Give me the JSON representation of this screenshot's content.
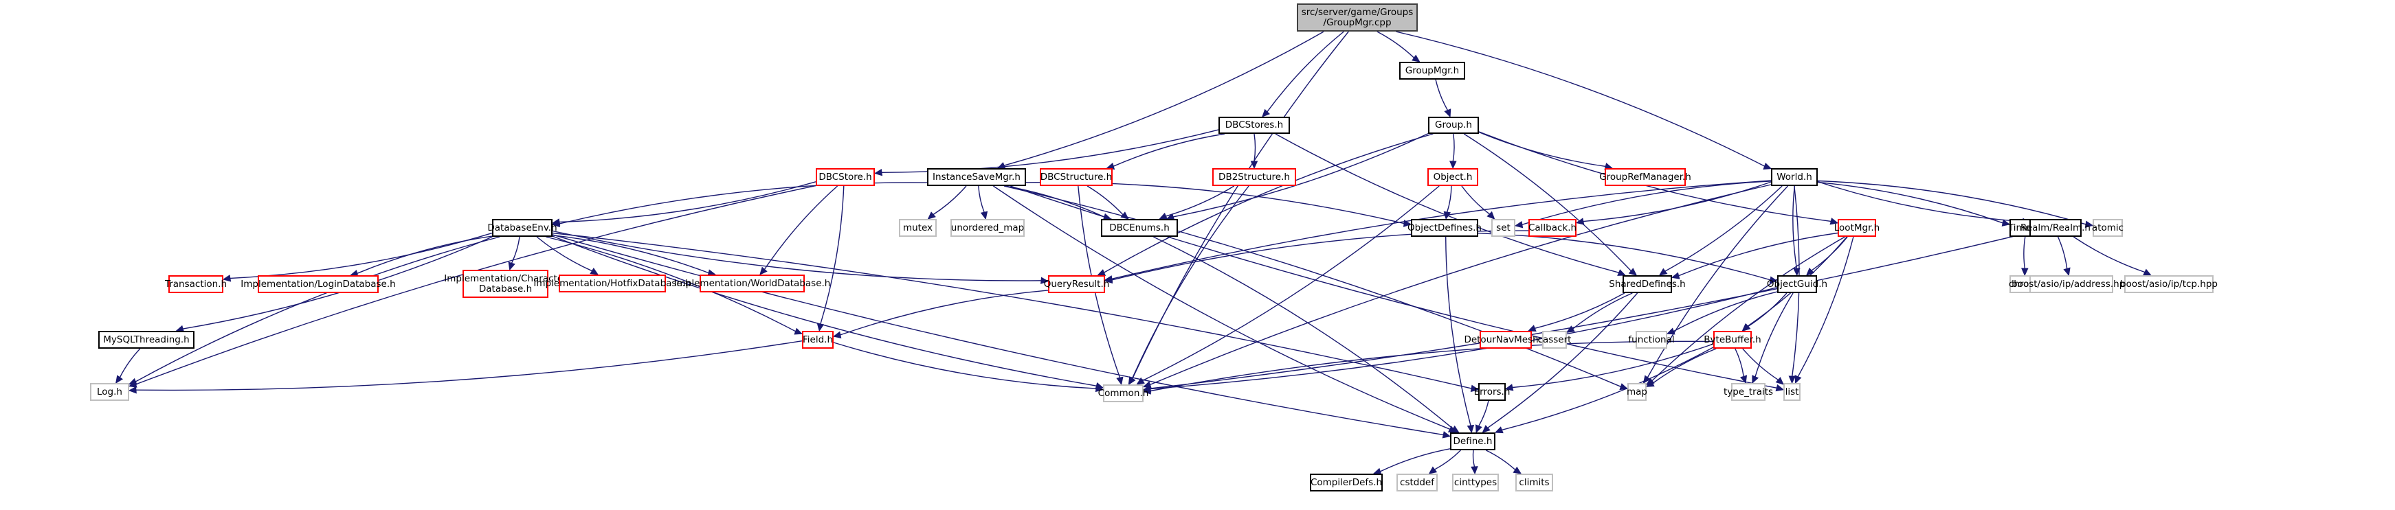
{
  "graph": {
    "title": "Include dependency graph for GroupMgr.cpp",
    "colors": {
      "edge": "#191970",
      "root_fill": "#bfbfbf",
      "node_border": "#000000",
      "truncated_border": "#ff0000",
      "system_border": "#bfbfbf"
    },
    "nodes": [
      {
        "id": "root",
        "label": "src/server/game/Groups\n/GroupMgr.cpp",
        "kind": "root"
      },
      {
        "id": "GroupMgr_h",
        "label": "GroupMgr.h",
        "kind": "normal"
      },
      {
        "id": "DBCStores_h",
        "label": "DBCStores.h",
        "kind": "normal"
      },
      {
        "id": "Group_h",
        "label": "Group.h",
        "kind": "normal"
      },
      {
        "id": "DBCStore_h",
        "label": "DBCStore.h",
        "kind": "truncated"
      },
      {
        "id": "InstanceSaveMgr_h",
        "label": "InstanceSaveMgr.h",
        "kind": "normal"
      },
      {
        "id": "DBCStructure_h",
        "label": "DBCStructure.h",
        "kind": "truncated"
      },
      {
        "id": "DB2Structure_h",
        "label": "DB2Structure.h",
        "kind": "truncated"
      },
      {
        "id": "Object_h",
        "label": "Object.h",
        "kind": "truncated"
      },
      {
        "id": "GroupRefManager_h",
        "label": "GroupRefManager.h",
        "kind": "truncated"
      },
      {
        "id": "World_h",
        "label": "World.h",
        "kind": "normal"
      },
      {
        "id": "DatabaseEnv_h",
        "label": "DatabaseEnv.h",
        "kind": "normal"
      },
      {
        "id": "mutex",
        "label": "mutex",
        "kind": "system"
      },
      {
        "id": "unordered_map",
        "label": "unordered_map",
        "kind": "system"
      },
      {
        "id": "DBCEnums_h",
        "label": "DBCEnums.h",
        "kind": "normal"
      },
      {
        "id": "ObjectDefines_h",
        "label": "ObjectDefines.h",
        "kind": "normal"
      },
      {
        "id": "set",
        "label": "set",
        "kind": "system"
      },
      {
        "id": "Callback_h",
        "label": "Callback.h",
        "kind": "truncated"
      },
      {
        "id": "LootMgr_h",
        "label": "LootMgr.h",
        "kind": "truncated"
      },
      {
        "id": "Timer_h",
        "label": "Timer.h",
        "kind": "normal"
      },
      {
        "id": "Realm_h",
        "label": "Realm/Realm.h",
        "kind": "normal"
      },
      {
        "id": "atomic",
        "label": "atomic",
        "kind": "system"
      },
      {
        "id": "Transaction_h",
        "label": "Transaction.h",
        "kind": "truncated"
      },
      {
        "id": "LoginDatabase_h",
        "label": "Implementation/LoginDatabase.h",
        "kind": "truncated"
      },
      {
        "id": "CharacterDatabase_h",
        "label": "Implementation/Character\nDatabase.h",
        "kind": "truncated"
      },
      {
        "id": "HotfixDatabase_h",
        "label": "Implementation/HotfixDatabase.h",
        "kind": "truncated"
      },
      {
        "id": "WorldDatabase_h",
        "label": "Implementation/WorldDatabase.h",
        "kind": "truncated"
      },
      {
        "id": "QueryResult_h",
        "label": "QueryResult.h",
        "kind": "truncated"
      },
      {
        "id": "SharedDefines_h",
        "label": "SharedDefines.h",
        "kind": "normal"
      },
      {
        "id": "ObjectGuid_h",
        "label": "ObjectGuid.h",
        "kind": "normal"
      },
      {
        "id": "chrono",
        "label": "chrono",
        "kind": "system"
      },
      {
        "id": "boost_address",
        "label": "boost/asio/ip/address.hpp",
        "kind": "system"
      },
      {
        "id": "boost_tcp",
        "label": "boost/asio/ip/tcp.hpp",
        "kind": "system"
      },
      {
        "id": "MySQLThreading_h",
        "label": "MySQLThreading.h",
        "kind": "normal"
      },
      {
        "id": "Field_h",
        "label": "Field.h",
        "kind": "truncated"
      },
      {
        "id": "DetourNavMesh_h",
        "label": "DetourNavMesh.h",
        "kind": "truncated"
      },
      {
        "id": "cassert",
        "label": "cassert",
        "kind": "system"
      },
      {
        "id": "functional",
        "label": "functional",
        "kind": "system"
      },
      {
        "id": "ByteBuffer_h",
        "label": "ByteBuffer.h",
        "kind": "truncated"
      },
      {
        "id": "Log_h",
        "label": "Log.h",
        "kind": "system"
      },
      {
        "id": "Common_h",
        "label": "Common.h",
        "kind": "system"
      },
      {
        "id": "Errors_h",
        "label": "Errors.h",
        "kind": "normal"
      },
      {
        "id": "map",
        "label": "map",
        "kind": "system"
      },
      {
        "id": "type_traits",
        "label": "type_traits",
        "kind": "system"
      },
      {
        "id": "list",
        "label": "list",
        "kind": "system"
      },
      {
        "id": "Define_h",
        "label": "Define.h",
        "kind": "normal"
      },
      {
        "id": "CompilerDefs_h",
        "label": "CompilerDefs.h",
        "kind": "normal"
      },
      {
        "id": "cstddef",
        "label": "cstddef",
        "kind": "system"
      },
      {
        "id": "cinttypes",
        "label": "cinttypes",
        "kind": "system"
      },
      {
        "id": "climits",
        "label": "climits",
        "kind": "system"
      }
    ],
    "edges": [
      [
        "root",
        "GroupMgr_h"
      ],
      [
        "root",
        "DBCStores_h"
      ],
      [
        "root",
        "InstanceSaveMgr_h"
      ],
      [
        "root",
        "Common_h"
      ],
      [
        "root",
        "World_h"
      ],
      [
        "GroupMgr_h",
        "Group_h"
      ],
      [
        "DBCStores_h",
        "DBCStore_h"
      ],
      [
        "DBCStores_h",
        "DBCStructure_h"
      ],
      [
        "DBCStores_h",
        "DB2Structure_h"
      ],
      [
        "DBCStores_h",
        "SharedDefines_h"
      ],
      [
        "Group_h",
        "Object_h"
      ],
      [
        "Group_h",
        "GroupRefManager_h"
      ],
      [
        "Group_h",
        "DBCEnums_h"
      ],
      [
        "Group_h",
        "LootMgr_h"
      ],
      [
        "Group_h",
        "SharedDefines_h"
      ],
      [
        "Group_h",
        "QueryResult_h"
      ],
      [
        "DBCStore_h",
        "DatabaseEnv_h"
      ],
      [
        "DBCStore_h",
        "Log_h"
      ],
      [
        "DBCStore_h",
        "Field_h"
      ],
      [
        "DBCStore_h",
        "WorldDatabase_h"
      ],
      [
        "InstanceSaveMgr_h",
        "mutex"
      ],
      [
        "InstanceSaveMgr_h",
        "unordered_map"
      ],
      [
        "InstanceSaveMgr_h",
        "DBCEnums_h"
      ],
      [
        "InstanceSaveMgr_h",
        "DatabaseEnv_h"
      ],
      [
        "InstanceSaveMgr_h",
        "ObjectDefines_h"
      ],
      [
        "InstanceSaveMgr_h",
        "Define_h"
      ],
      [
        "InstanceSaveMgr_h",
        "map"
      ],
      [
        "InstanceSaveMgr_h",
        "list"
      ],
      [
        "DBCStructure_h",
        "DBCEnums_h"
      ],
      [
        "DBCStructure_h",
        "Common_h"
      ],
      [
        "DB2Structure_h",
        "DBCEnums_h"
      ],
      [
        "DB2Structure_h",
        "Common_h"
      ],
      [
        "Object_h",
        "ObjectDefines_h"
      ],
      [
        "Object_h",
        "set"
      ],
      [
        "Object_h",
        "Common_h"
      ],
      [
        "World_h",
        "set"
      ],
      [
        "World_h",
        "Callback_h"
      ],
      [
        "World_h",
        "QueryResult_h"
      ],
      [
        "World_h",
        "SharedDefines_h"
      ],
      [
        "World_h",
        "ObjectGuid_h"
      ],
      [
        "World_h",
        "Timer_h"
      ],
      [
        "World_h",
        "Realm_h"
      ],
      [
        "World_h",
        "atomic"
      ],
      [
        "World_h",
        "map"
      ],
      [
        "World_h",
        "list"
      ],
      [
        "World_h",
        "Common_h"
      ],
      [
        "DatabaseEnv_h",
        "Transaction_h"
      ],
      [
        "DatabaseEnv_h",
        "LoginDatabase_h"
      ],
      [
        "DatabaseEnv_h",
        "CharacterDatabase_h"
      ],
      [
        "DatabaseEnv_h",
        "HotfixDatabase_h"
      ],
      [
        "DatabaseEnv_h",
        "WorldDatabase_h"
      ],
      [
        "DatabaseEnv_h",
        "QueryResult_h"
      ],
      [
        "DatabaseEnv_h",
        "MySQLThreading_h"
      ],
      [
        "DatabaseEnv_h",
        "Log_h"
      ],
      [
        "DatabaseEnv_h",
        "Field_h"
      ],
      [
        "DatabaseEnv_h",
        "Common_h"
      ],
      [
        "DatabaseEnv_h",
        "Errors_h"
      ],
      [
        "DatabaseEnv_h",
        "Define_h"
      ],
      [
        "DBCEnums_h",
        "Define_h"
      ],
      [
        "ObjectDefines_h",
        "Define_h"
      ],
      [
        "ObjectDefines_h",
        "ObjectGuid_h"
      ],
      [
        "Callback_h",
        "QueryResult_h"
      ],
      [
        "LootMgr_h",
        "ObjectGuid_h"
      ],
      [
        "LootMgr_h",
        "SharedDefines_h"
      ],
      [
        "LootMgr_h",
        "ByteBuffer_h"
      ],
      [
        "LootMgr_h",
        "map"
      ],
      [
        "LootMgr_h",
        "list"
      ],
      [
        "Timer_h",
        "chrono"
      ],
      [
        "Realm_h",
        "boost_address"
      ],
      [
        "Realm_h",
        "boost_tcp"
      ],
      [
        "Realm_h",
        "Common_h"
      ],
      [
        "QueryResult_h",
        "Field_h"
      ],
      [
        "SharedDefines_h",
        "DetourNavMesh_h"
      ],
      [
        "SharedDefines_h",
        "cassert"
      ],
      [
        "SharedDefines_h",
        "Define_h"
      ],
      [
        "ObjectGuid_h",
        "functional"
      ],
      [
        "ObjectGuid_h",
        "ByteBuffer_h"
      ],
      [
        "ObjectGuid_h",
        "type_traits"
      ],
      [
        "ObjectGuid_h",
        "Common_h"
      ],
      [
        "MySQLThreading_h",
        "Log_h"
      ],
      [
        "Field_h",
        "Log_h"
      ],
      [
        "Field_h",
        "Common_h"
      ],
      [
        "ByteBuffer_h",
        "Errors_h"
      ],
      [
        "ByteBuffer_h",
        "map"
      ],
      [
        "ByteBuffer_h",
        "type_traits"
      ],
      [
        "ByteBuffer_h",
        "list"
      ],
      [
        "ByteBuffer_h",
        "Define_h"
      ],
      [
        "ByteBuffer_h",
        "Common_h"
      ],
      [
        "Errors_h",
        "Define_h"
      ],
      [
        "Define_h",
        "CompilerDefs_h"
      ],
      [
        "Define_h",
        "cstddef"
      ],
      [
        "Define_h",
        "cinttypes"
      ],
      [
        "Define_h",
        "climits"
      ]
    ]
  }
}
